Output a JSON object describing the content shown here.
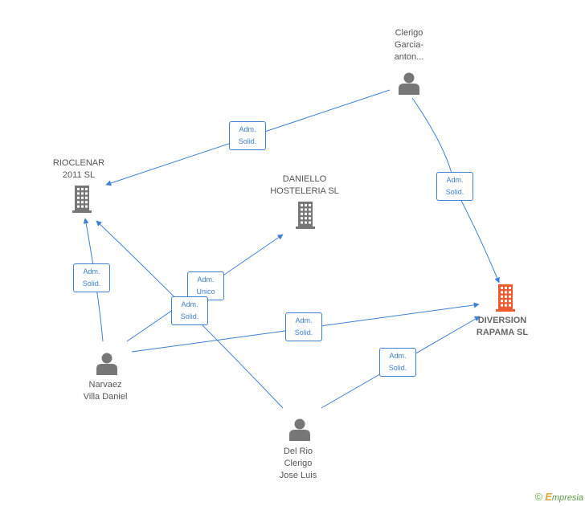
{
  "colors": {
    "edge": "#3f7fd4",
    "company": "#777777",
    "company_main": "#ef5a2e",
    "person": "#777777"
  },
  "nodes": {
    "clerigo": {
      "type": "person",
      "lines": [
        "Clerigo",
        "Garcia-",
        "anton..."
      ]
    },
    "rioclenar": {
      "type": "company",
      "lines": [
        "RIOCLENAR",
        "2011 SL"
      ]
    },
    "daniello": {
      "type": "company",
      "lines": [
        "DANIELLO",
        "HOSTELERIA SL"
      ]
    },
    "diversion": {
      "type": "company-main",
      "lines": [
        "DIVERSION",
        "RAPAMA SL"
      ]
    },
    "narvaez": {
      "type": "person",
      "lines": [
        "Narvaez",
        "Villa Daniel"
      ]
    },
    "delrio": {
      "type": "person",
      "lines": [
        "Del Rio",
        "Clerigo",
        "Jose Luis"
      ]
    }
  },
  "edges": [
    {
      "from": "clerigo",
      "to": "rioclenar",
      "lines": [
        "Adm.",
        "Solid."
      ]
    },
    {
      "from": "clerigo",
      "to": "diversion",
      "lines": [
        "Adm.",
        "Solid."
      ]
    },
    {
      "from": "narvaez",
      "to": "rioclenar",
      "lines": [
        "Adm.",
        "Solid."
      ]
    },
    {
      "from": "narvaez",
      "to": "daniello",
      "lines": [
        "Adm.",
        "Unico"
      ]
    },
    {
      "from": "delrio",
      "to": "rioclenar",
      "lines": [
        "Adm.",
        "Solid."
      ]
    },
    {
      "from": "narvaez",
      "to": "diversion",
      "lines": [
        "Adm.",
        "Solid."
      ]
    },
    {
      "from": "delrio",
      "to": "diversion",
      "lines": [
        "Adm.",
        "Solid."
      ]
    }
  ],
  "footer": {
    "copyright": "©",
    "brand_initial": "E",
    "brand_rest": "mpresia"
  }
}
